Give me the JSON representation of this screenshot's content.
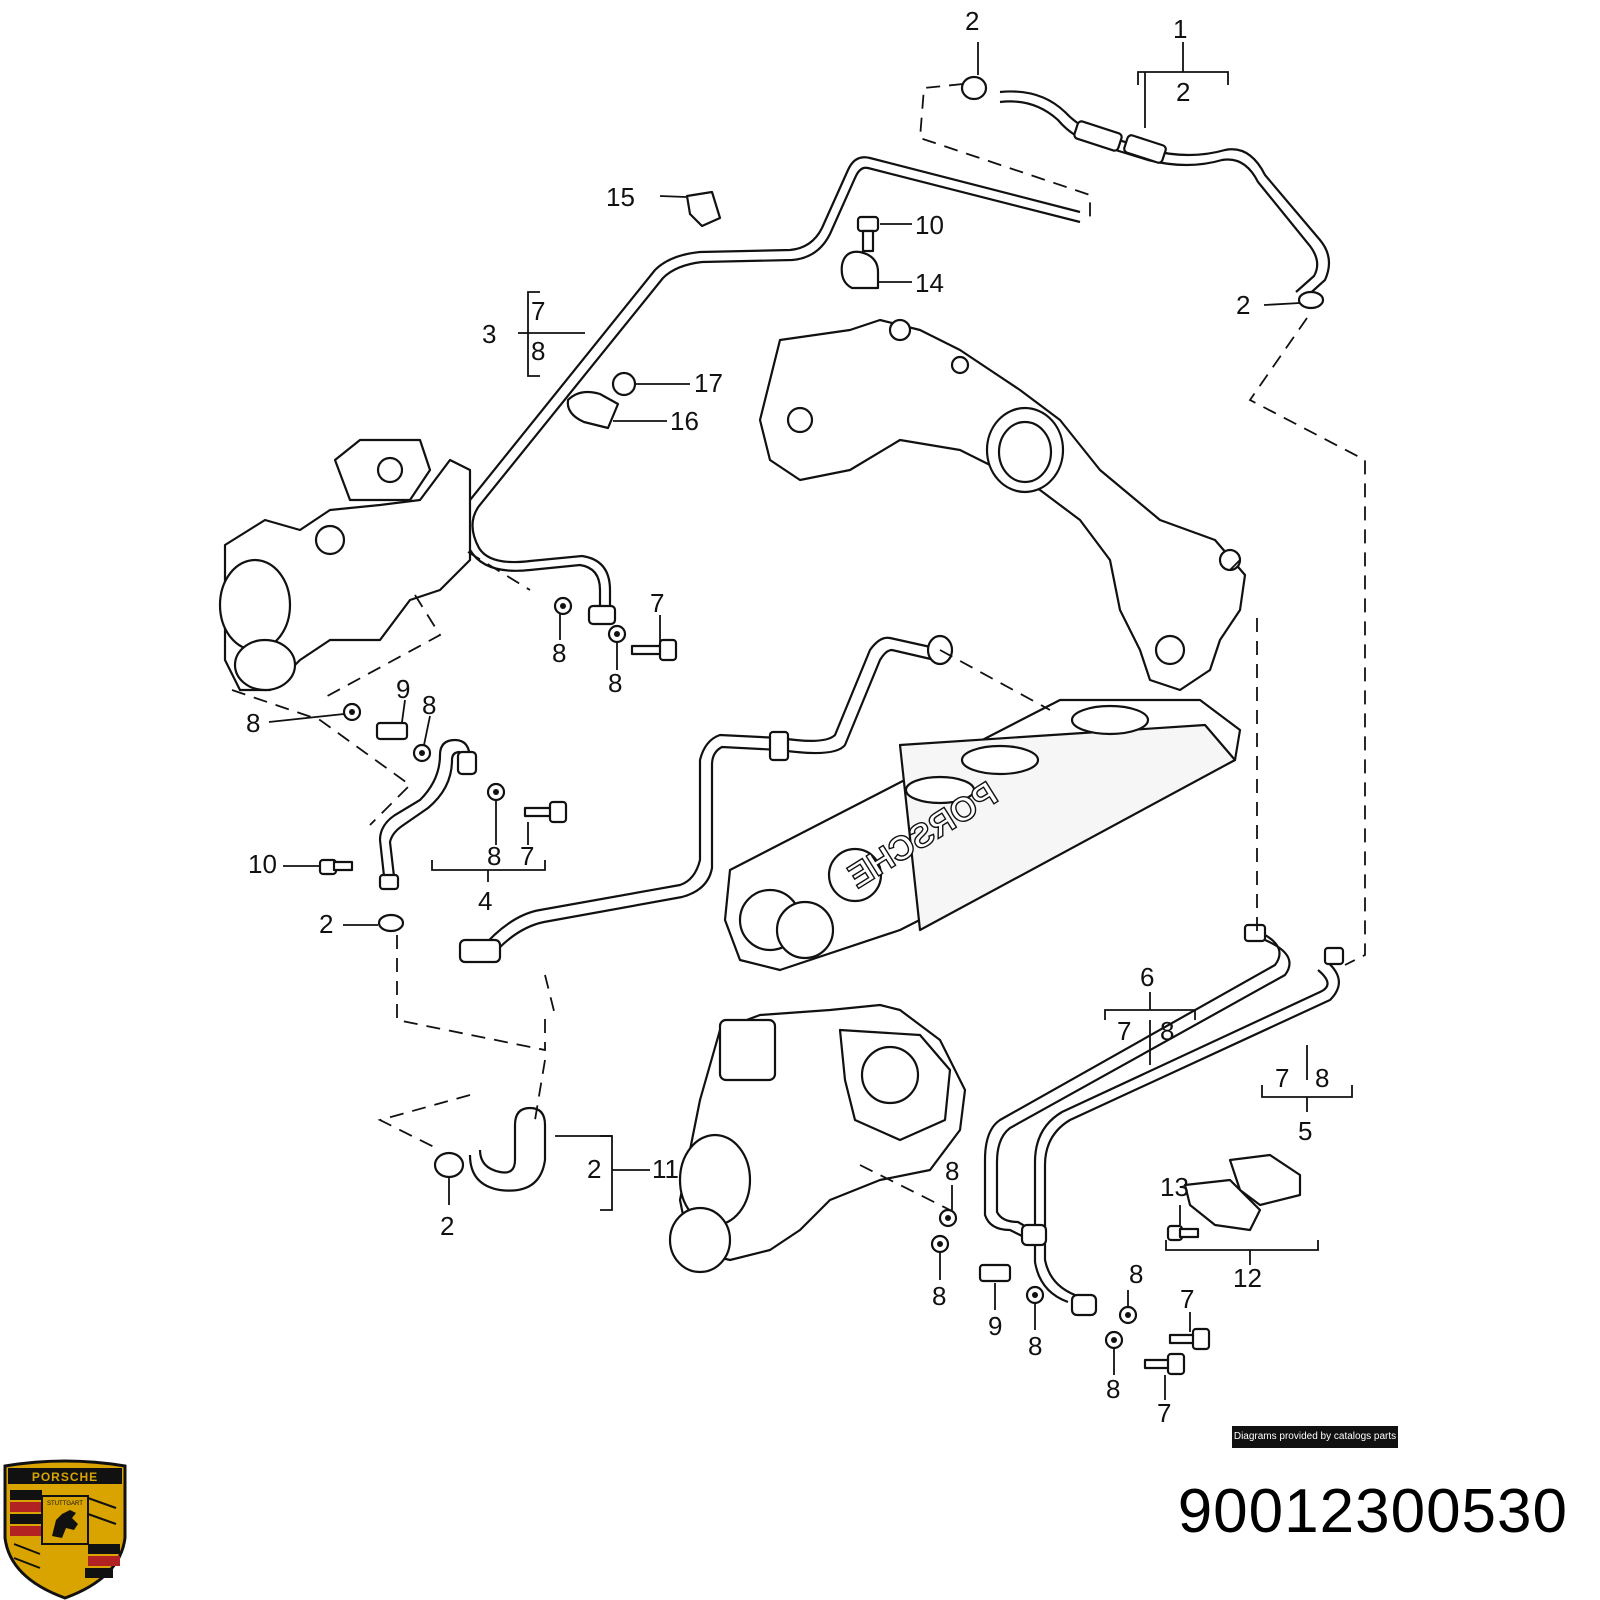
{
  "diagram": {
    "callouts": [
      {
        "id": "c1",
        "text": "1"
      },
      {
        "id": "c2a",
        "text": "2"
      },
      {
        "id": "c2b",
        "text": "2"
      },
      {
        "id": "c2c",
        "text": "2"
      },
      {
        "id": "c15",
        "text": "15"
      },
      {
        "id": "c10a",
        "text": "10"
      },
      {
        "id": "c14",
        "text": "14"
      },
      {
        "id": "c3",
        "text": "3"
      },
      {
        "id": "c7a",
        "text": "7"
      },
      {
        "id": "c8a",
        "text": "8"
      },
      {
        "id": "c17",
        "text": "17"
      },
      {
        "id": "c16",
        "text": "16"
      },
      {
        "id": "c8b",
        "text": "8"
      },
      {
        "id": "c7b",
        "text": "7"
      },
      {
        "id": "c8c",
        "text": "8"
      },
      {
        "id": "c9a",
        "text": "9"
      },
      {
        "id": "c8d",
        "text": "8"
      },
      {
        "id": "c8e",
        "text": "8"
      },
      {
        "id": "c8f",
        "text": "8"
      },
      {
        "id": "c7c",
        "text": "7"
      },
      {
        "id": "c4",
        "text": "4"
      },
      {
        "id": "c10b",
        "text": "10"
      },
      {
        "id": "c2d",
        "text": "2"
      },
      {
        "id": "c6",
        "text": "6"
      },
      {
        "id": "c7d",
        "text": "7"
      },
      {
        "id": "c8g",
        "text": "8"
      },
      {
        "id": "c7e",
        "text": "7"
      },
      {
        "id": "c8h",
        "text": "8"
      },
      {
        "id": "c5",
        "text": "5"
      },
      {
        "id": "c2e",
        "text": "2"
      },
      {
        "id": "c11",
        "text": "11"
      },
      {
        "id": "c2f",
        "text": "2"
      },
      {
        "id": "c8i",
        "text": "8"
      },
      {
        "id": "c13",
        "text": "13"
      },
      {
        "id": "c12",
        "text": "12"
      },
      {
        "id": "c8j",
        "text": "8"
      },
      {
        "id": "c9b",
        "text": "9"
      },
      {
        "id": "c8k",
        "text": "8"
      },
      {
        "id": "c8l",
        "text": "8"
      },
      {
        "id": "c7f",
        "text": "7"
      },
      {
        "id": "c8m",
        "text": "8"
      },
      {
        "id": "c7g",
        "text": "7"
      }
    ],
    "engraving": "PORSCHE"
  },
  "footer": {
    "credit": "Diagrams provided by catalogs parts",
    "part_number": "90012300530"
  },
  "brand": {
    "crest_text": "PORSCHE",
    "crest_subtext": "STUTTGART",
    "colors": {
      "red": "#b22222",
      "gold": "#d9a400",
      "black": "#111111"
    }
  }
}
